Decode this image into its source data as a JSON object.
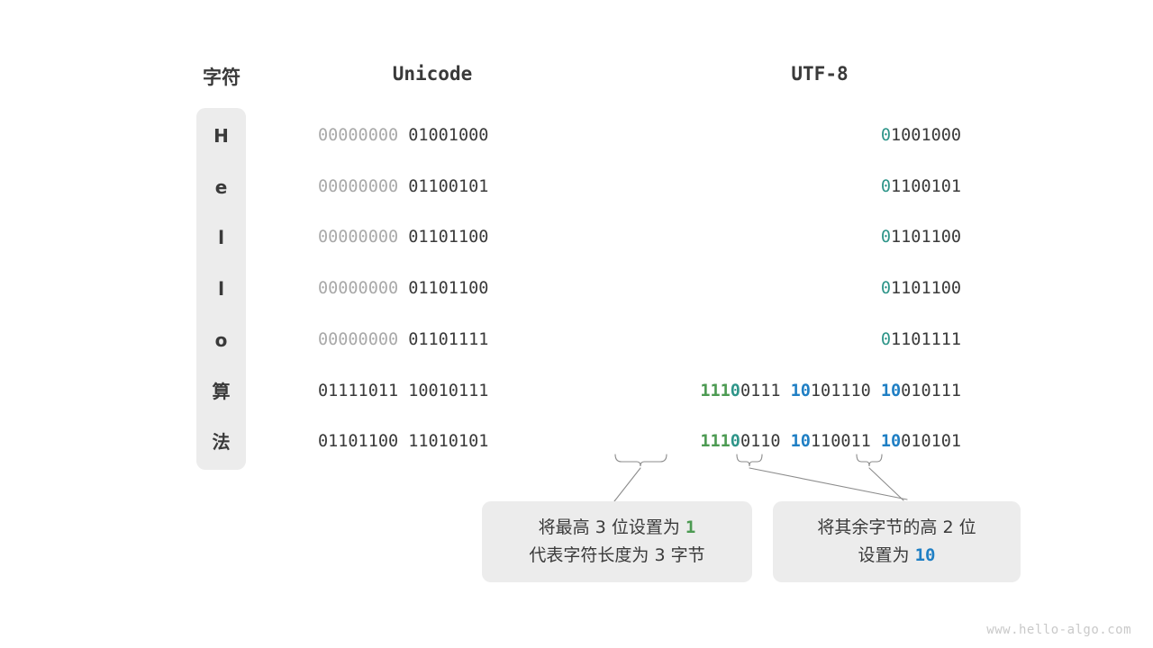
{
  "title": "UTF-8 encoding of the string Hello算法",
  "colors": {
    "text_dark": "#3a3a3a",
    "text_dim": "#a9a9a9",
    "panel_bg": "#ececec",
    "green": "#4c9a52",
    "teal": "#2e9589",
    "blue": "#1f7fc4",
    "watermark": "#c9c9c9"
  },
  "headers": {
    "character": "字符",
    "unicode": "Unicode",
    "utf8": "UTF-8"
  },
  "rows": [
    {
      "char": "H",
      "unicode_high": "00000000",
      "unicode_low": "01001000",
      "utf8_bytes": [
        {
          "prefix": "0",
          "prefix_style": "lead0",
          "rest": "1001000"
        }
      ]
    },
    {
      "char": "e",
      "unicode_high": "00000000",
      "unicode_low": "01100101",
      "utf8_bytes": [
        {
          "prefix": "0",
          "prefix_style": "lead0",
          "rest": "1100101"
        }
      ]
    },
    {
      "char": "l",
      "unicode_high": "00000000",
      "unicode_low": "01101100",
      "utf8_bytes": [
        {
          "prefix": "0",
          "prefix_style": "lead0",
          "rest": "1101100"
        }
      ]
    },
    {
      "char": "l",
      "unicode_high": "00000000",
      "unicode_low": "01101100",
      "utf8_bytes": [
        {
          "prefix": "0",
          "prefix_style": "lead0",
          "rest": "1101100"
        }
      ]
    },
    {
      "char": "o",
      "unicode_high": "00000000",
      "unicode_low": "01101111",
      "utf8_bytes": [
        {
          "prefix": "0",
          "prefix_style": "lead0",
          "rest": "1101111"
        }
      ]
    },
    {
      "char": "算",
      "unicode_high": "01111011",
      "unicode_low": "10010111",
      "unicode_high_dim": false,
      "utf8_bytes": [
        {
          "prefix": "111",
          "prefix_style": "g111",
          "prefix2": "0",
          "prefix2_style": "t0",
          "rest": "0111"
        },
        {
          "prefix": "10",
          "prefix_style": "b10",
          "rest": "101110"
        },
        {
          "prefix": "10",
          "prefix_style": "b10",
          "rest": "010111"
        }
      ]
    },
    {
      "char": "法",
      "unicode_high": "01101100",
      "unicode_low": "11010101",
      "unicode_high_dim": false,
      "utf8_bytes": [
        {
          "prefix": "111",
          "prefix_style": "g111",
          "prefix2": "0",
          "prefix2_style": "t0",
          "rest": "0110"
        },
        {
          "prefix": "10",
          "prefix_style": "b10",
          "rest": "110011"
        },
        {
          "prefix": "10",
          "prefix_style": "b10",
          "rest": "010101"
        }
      ]
    }
  ],
  "callouts": {
    "left": {
      "line1_a": "将最高 3 位设置为 ",
      "line1_hl": "1",
      "line2": "代表字符长度为 3 字节"
    },
    "right": {
      "line1": "将其余字节的高 2 位",
      "line2_a": "设置为 ",
      "line2_hl": "10"
    }
  },
  "watermark": "www.hello-algo.com"
}
